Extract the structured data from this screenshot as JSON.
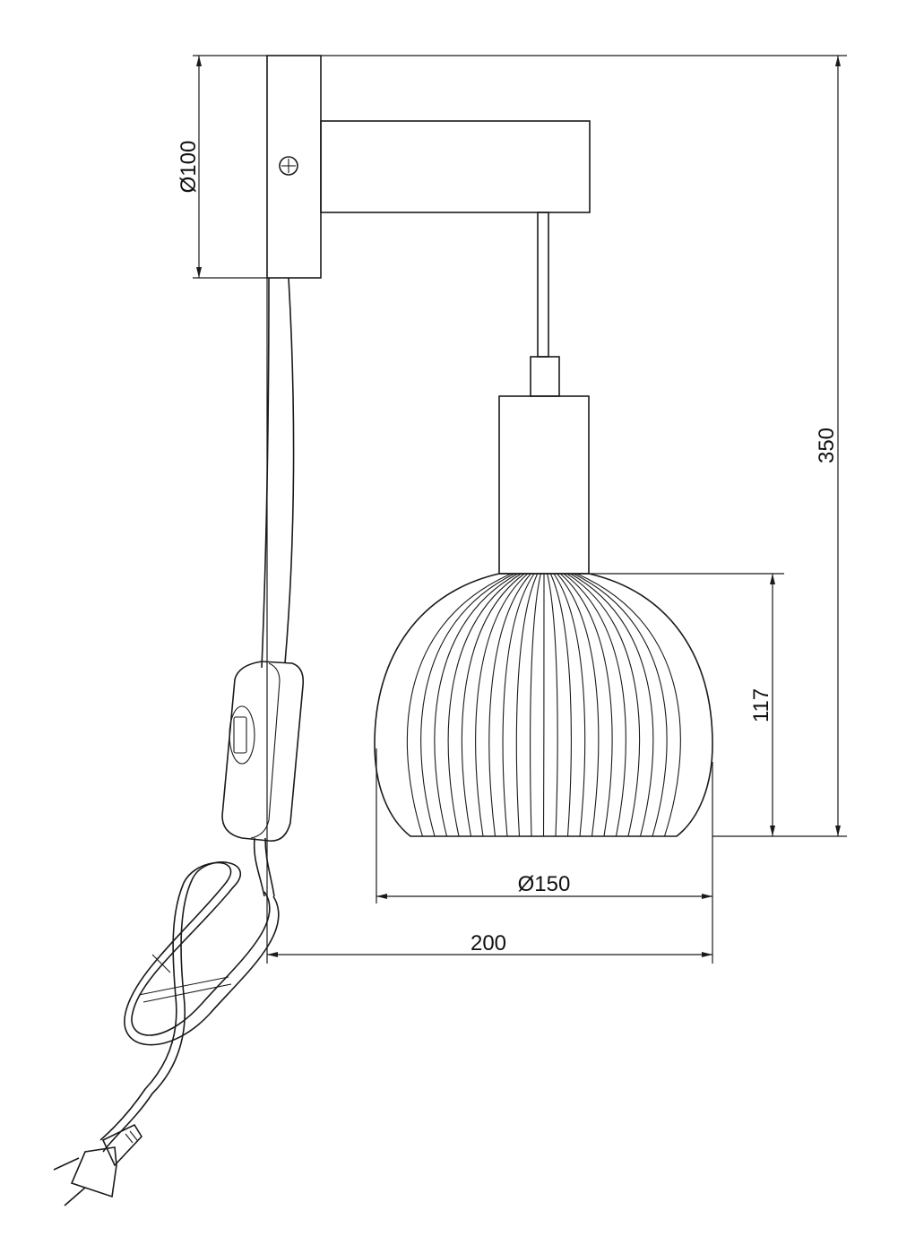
{
  "title": "Wall lamp dimension drawing",
  "dimensions": {
    "plate_diameter": "Ø100",
    "total_height": "350",
    "shade_height": "117",
    "shade_diameter": "Ø150",
    "projection": "200"
  },
  "colors": {
    "line": "#1a1a1a",
    "background": "#ffffff"
  },
  "shade": {
    "rib_count": 22
  }
}
